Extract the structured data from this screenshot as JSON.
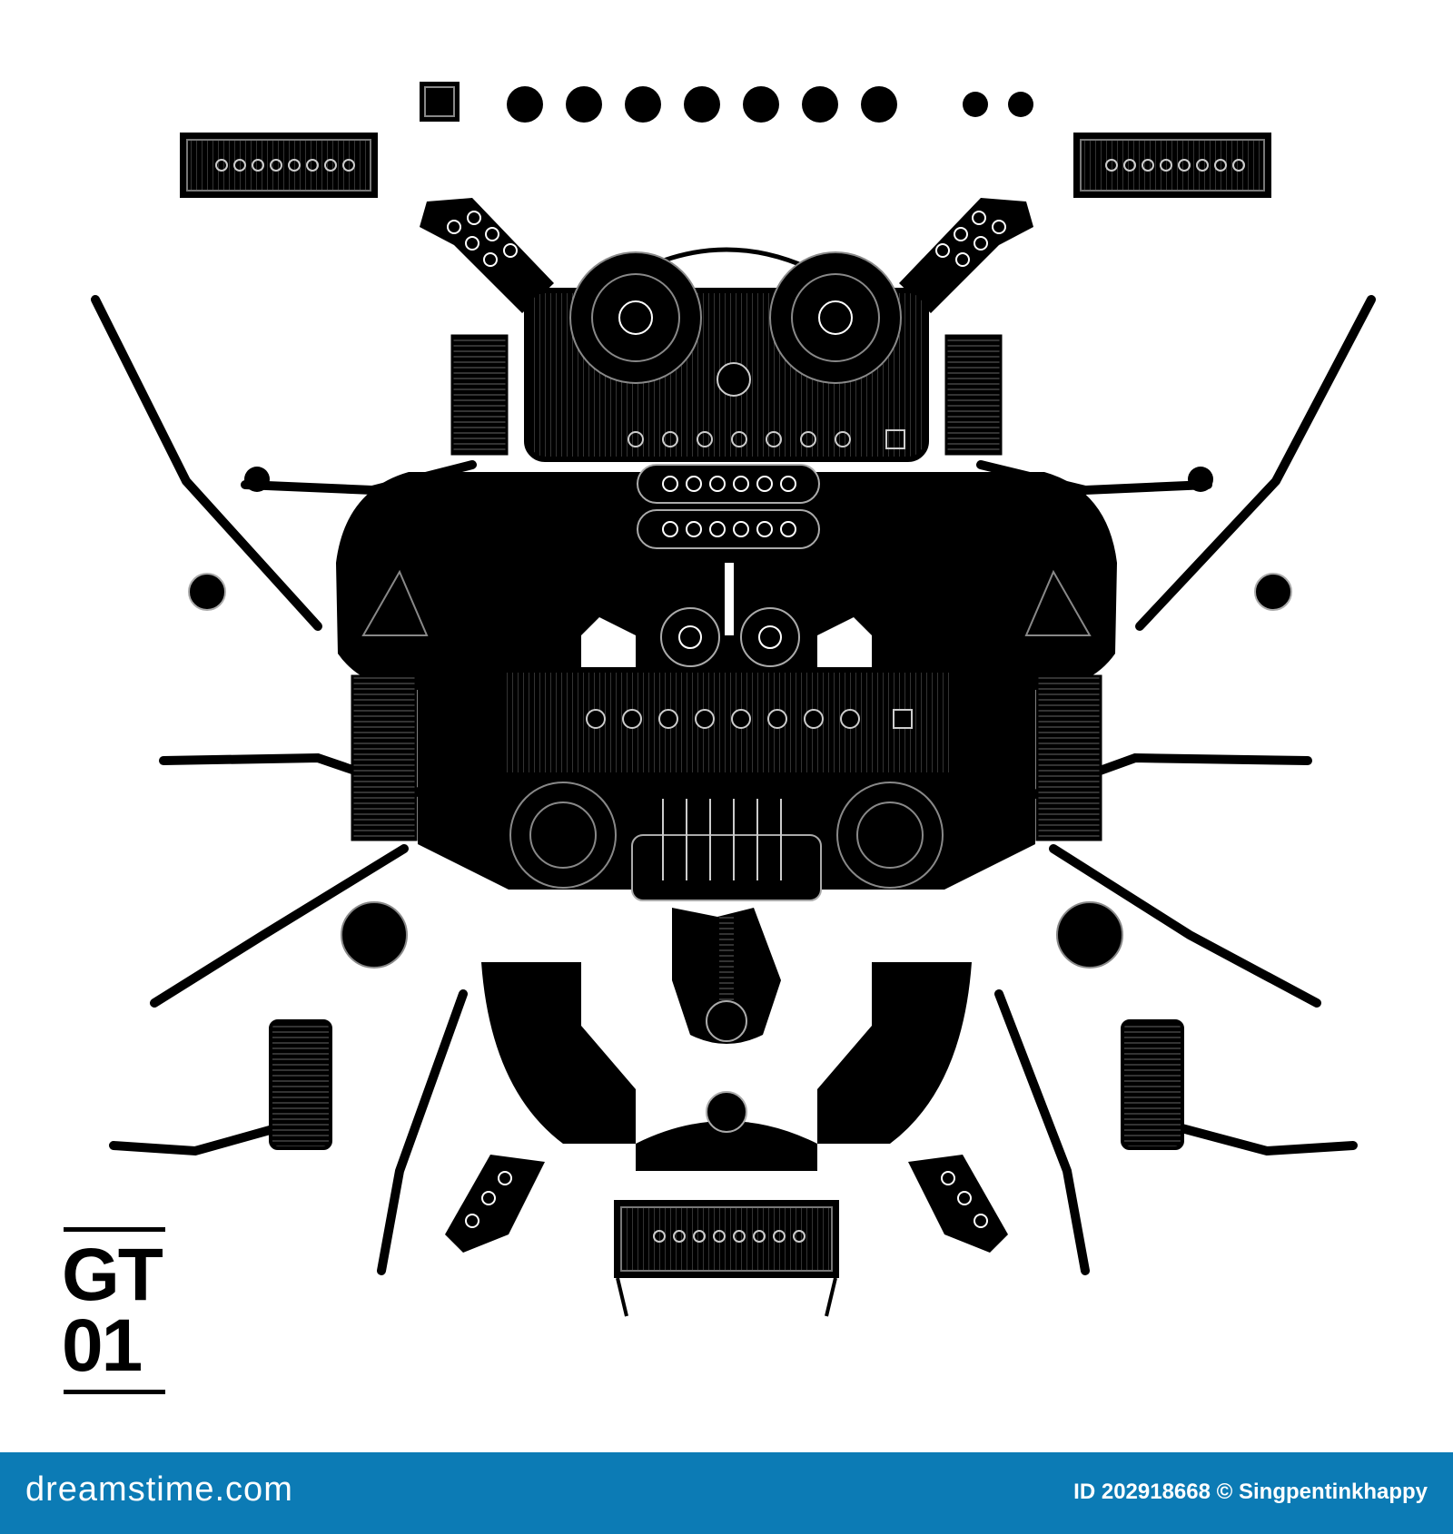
{
  "artwork": {
    "label_line1": "GT",
    "label_line2": "01",
    "ink_color": "#000000",
    "paper_color": "#ffffff"
  },
  "footer": {
    "logo_text": "dreamstime.com",
    "credit_text": "ID 202918668 © Singpentinkhappy",
    "band_color": "#0c7bb5"
  }
}
